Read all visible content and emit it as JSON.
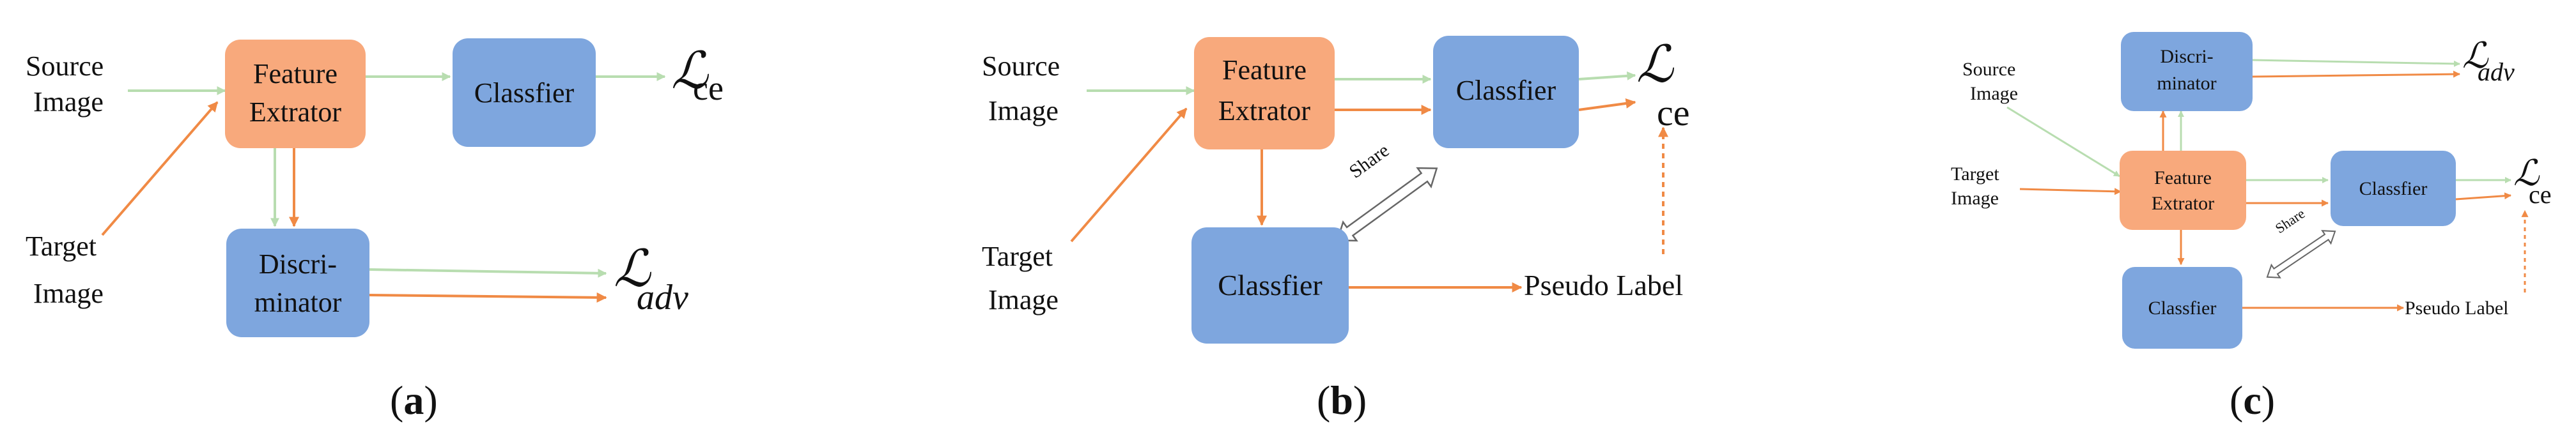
{
  "colors": {
    "feature_box": "#F8A97C",
    "blue_box": "#7EA6DE",
    "source_arrow": "#B8DDB0",
    "target_arrow": "#F08A45",
    "text": "#111111"
  },
  "panels": {
    "a": {
      "label_open": "(",
      "label_letter": "a",
      "label_close": ")",
      "source_line1": "Source",
      "source_line2": "Image",
      "target_line1": "Target",
      "target_line2": "Image",
      "feature_line1": "Feature",
      "feature_line2": "Extrator",
      "classifier": "Classfier",
      "disc_line1": "Discri-",
      "disc_line2": "minator",
      "loss_ce_symbol": "ℒ",
      "loss_ce_sub": "ce",
      "loss_adv_symbol": "ℒ",
      "loss_adv_sub": "adv"
    },
    "b": {
      "label_open": "(",
      "label_letter": "b",
      "label_close": ")",
      "source_line1": "Source",
      "source_line2": "Image",
      "target_line1": "Target",
      "target_line2": "Image",
      "feature_line1": "Feature",
      "feature_line2": "Extrator",
      "classifier_top": "Classfier",
      "classifier_bottom": "Classfier",
      "share": "Share",
      "pseudo_label": "Pseudo Label",
      "loss_ce_symbol": "ℒ",
      "loss_ce_sub": "ce"
    },
    "c": {
      "label_open": "(",
      "label_letter": "c",
      "label_close": ")",
      "source_line1": "Source",
      "source_line2": "Image",
      "target_line1": "Target",
      "target_line2": "Image",
      "feature_line1": "Feature",
      "feature_line2": "Extrator",
      "disc_line1": "Discri-",
      "disc_line2": "minator",
      "classifier_right": "Classfier",
      "classifier_bottom": "Classfier",
      "share": "Share",
      "pseudo_label": "Pseudo Label",
      "loss_adv_symbol": "ℒ",
      "loss_adv_sub": "adv",
      "loss_ce_symbol": "ℒ",
      "loss_ce_sub": "ce"
    }
  }
}
